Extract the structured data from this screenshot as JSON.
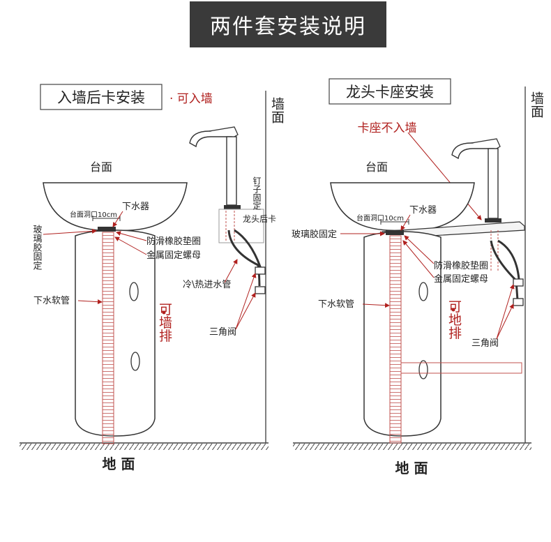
{
  "title": "两件套安装说明",
  "left": {
    "header": "入墙后卡安装",
    "note": "· 可入墙",
    "wall": "墙面",
    "countertop": "台面",
    "drain": "下水器",
    "hole": "台面洞口10cm",
    "glass_glue": "玻璃胶固定",
    "gasket": "防滑橡胶垫圈",
    "nut": "金属固定螺母",
    "hose": "下水软管",
    "faucet_clip": "龙头后卡",
    "nail": "钉子固定",
    "water_pipe": "冷\\热进水管",
    "valve": "三角阀",
    "can_wall_drain": "可墙排",
    "floor": "地 面"
  },
  "right": {
    "header": "龙头卡座安装",
    "note": "卡座不入墙",
    "wall": "墙面",
    "countertop": "台面",
    "drain": "下水器",
    "hole": "台面洞口10cm",
    "glass_glue": "玻璃胶固定",
    "gasket": "防滑橡胶垫圈",
    "nut": "金属固定螺母",
    "hose": "下水软管",
    "valve": "三角阀",
    "can_floor_drain": "可地排",
    "floor": "地 面"
  }
}
